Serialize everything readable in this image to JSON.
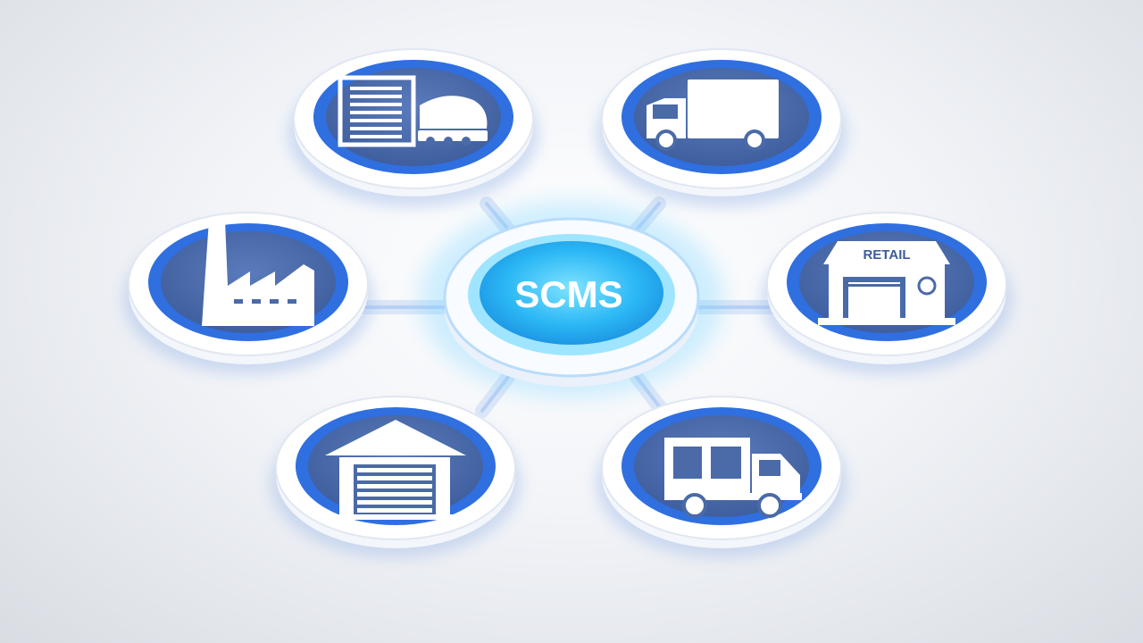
{
  "hub": {
    "label": "SCMS"
  },
  "nodes": [
    {
      "id": "warehouse-shipping",
      "icon": "warehouse-truck-icon",
      "label": ""
    },
    {
      "id": "delivery-truck",
      "icon": "delivery-truck-icon",
      "label": ""
    },
    {
      "id": "factory",
      "icon": "factory-icon",
      "label": ""
    },
    {
      "id": "retail",
      "icon": "retail-store-icon",
      "label": "RETAIL"
    },
    {
      "id": "warehouse",
      "icon": "warehouse-icon",
      "label": ""
    },
    {
      "id": "box-truck",
      "icon": "box-truck-icon",
      "label": ""
    }
  ],
  "colors": {
    "ring_outer": "#f4f6fa",
    "ring_blue": "#2f6fe0",
    "inner_fill": "#4a6aa8",
    "icon": "#ffffff",
    "hub_glow": "#39c6ff"
  }
}
